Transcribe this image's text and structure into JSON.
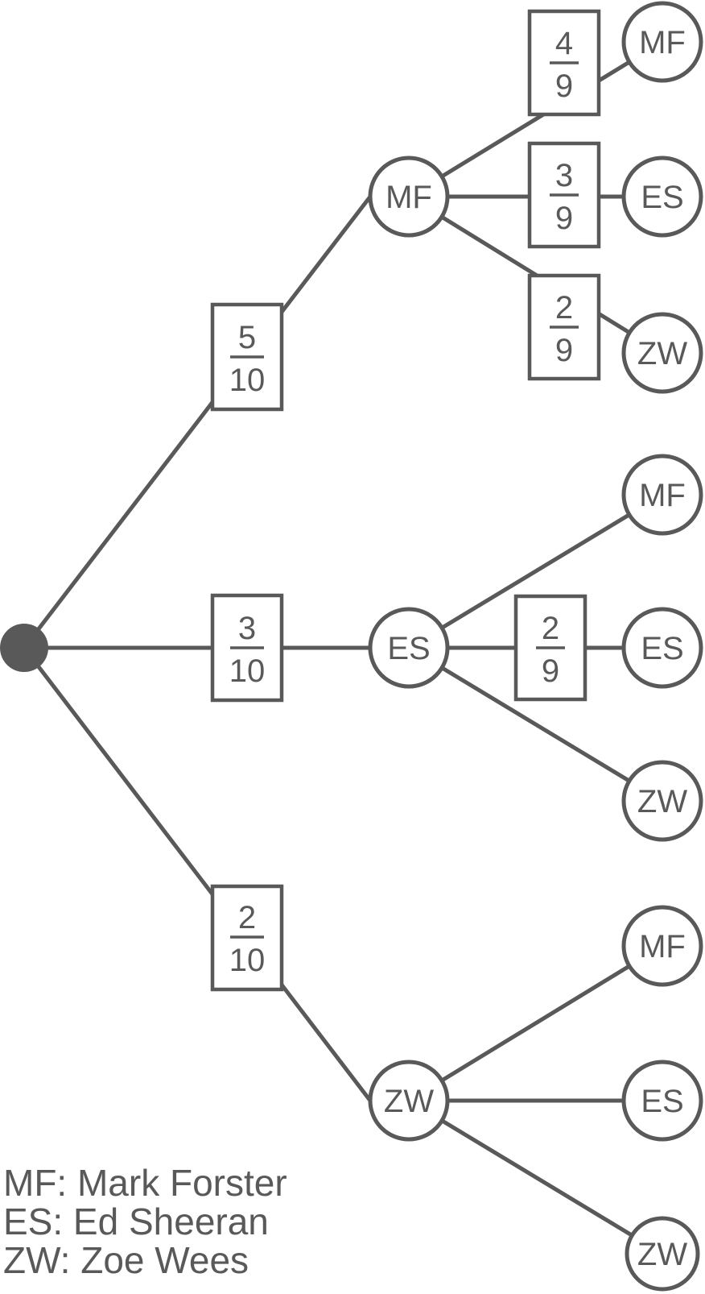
{
  "colors": {
    "ink": "#595959",
    "background": "#ffffff"
  },
  "nodes": {
    "mf": "MF",
    "es": "ES",
    "zw": "ZW",
    "mf_mf": "MF",
    "mf_es": "ES",
    "mf_zw": "ZW",
    "es_mf": "MF",
    "es_es": "ES",
    "es_zw": "ZW",
    "zw_mf": "MF",
    "zw_es": "ES",
    "zw_zw": "ZW"
  },
  "probabilities": {
    "first_mf": {
      "numerator": "5",
      "denominator": "10"
    },
    "first_es": {
      "numerator": "3",
      "denominator": "10"
    },
    "first_zw": {
      "numerator": "2",
      "denominator": "10"
    },
    "mf_to_mf": {
      "numerator": "4",
      "denominator": "9"
    },
    "mf_to_es": {
      "numerator": "3",
      "denominator": "9"
    },
    "mf_to_zw": {
      "numerator": "2",
      "denominator": "9"
    },
    "es_to_es": {
      "numerator": "2",
      "denominator": "9"
    }
  },
  "legend": [
    "MF: Mark Forster",
    "ES: Ed Sheeran",
    "ZW: Zoe Wees"
  ]
}
